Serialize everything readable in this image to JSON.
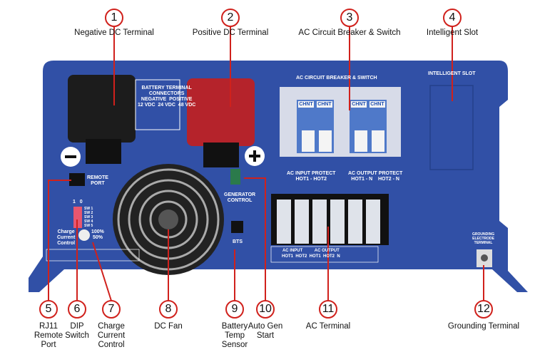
{
  "callouts": [
    {
      "n": "1",
      "label": "Negative DC Terminal"
    },
    {
      "n": "2",
      "label": "Positive DC Terminal"
    },
    {
      "n": "3",
      "label": "AC Circuit Breaker & Switch"
    },
    {
      "n": "4",
      "label": "Intelligent Slot"
    },
    {
      "n": "5",
      "label": "RJ11\nRemote\nPort"
    },
    {
      "n": "6",
      "label": "DIP\nSwitch"
    },
    {
      "n": "7",
      "label": "Charge\nCurrent\nControl"
    },
    {
      "n": "8",
      "label": "DC Fan"
    },
    {
      "n": "9",
      "label": "Battery\nTemp\nSensor"
    },
    {
      "n": "10",
      "label": "Auto Gen\nStart"
    },
    {
      "n": "11",
      "label": "AC Terminal"
    },
    {
      "n": "12",
      "label": "Grounding Terminal"
    }
  ],
  "device": {
    "battery_table": "BATTERY TERMINAL\nCONNECTORS\nNEGATIVE  POSITIVE\n12 VDC  24 VDC  48 VDC",
    "breaker_title": "AC CIRCUIT BREAKER & SWITCH",
    "slot_title": "INTELLIGENT SLOT",
    "ac_input_protect": "AC INPUT PROTECT\nHOT1 - HOT2",
    "ac_output_protect": "AC OUTPUT PROTECT\nHOT1 - N    HOT2 - N",
    "remote_port": "REMOTE\nPORT",
    "generator_control": "GENERATOR\nCONTROL",
    "bts": "BTS",
    "charge_control": "Charge\nCurrent\nControl",
    "dip_labels": "SW 1\nSW 2\nSW 3\nSW 4\nSW 5",
    "dip_on_off": "1   0",
    "charge_levels": "100%\n50%",
    "grounding": "GROUNDING\nELECTRODE\nTERMINAL",
    "terminal_labels": "AC INPUT          AC OUTPUT\nHOT1  HOT2  HOT1  HOT2  N",
    "breaker_brand": "CHNT"
  },
  "colors": {
    "body": "#3150a6",
    "callout": "#d0211c",
    "negative": "#1c1c1c",
    "positive": "#b5232b"
  }
}
